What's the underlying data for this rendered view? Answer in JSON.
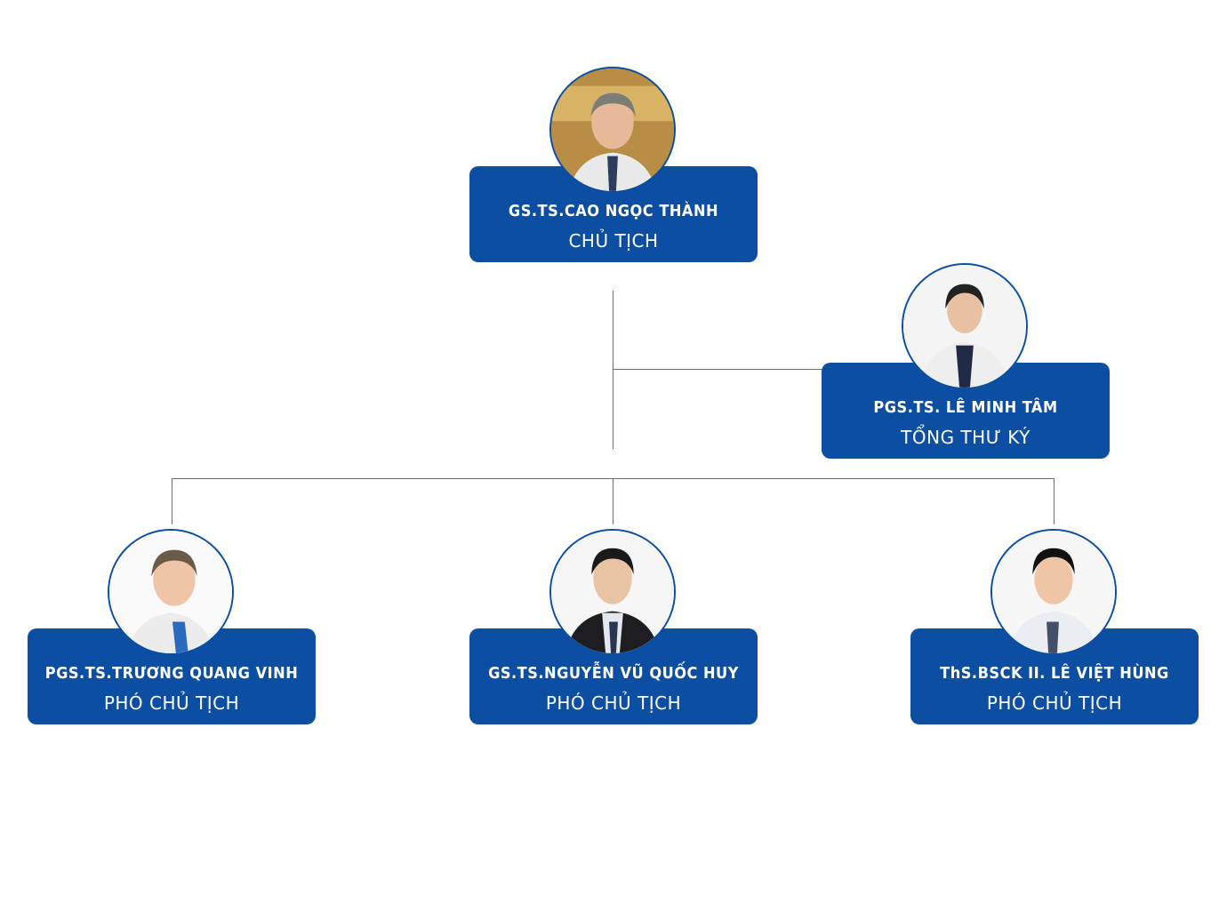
{
  "org_chart": {
    "brand_color": "#0b4ea2",
    "connector_color": "#6e6e6e",
    "chairman": {
      "name": "GS.TS.CAO NGỌC THÀNH",
      "role": "CHỦ TỊCH",
      "photo": "portrait-photo"
    },
    "secretary": {
      "name": "PGS.TS. LÊ MINH TÂM",
      "role": "TỔNG THƯ KÝ",
      "photo": "portrait-photo"
    },
    "vice_chairs": [
      {
        "name": "PGS.TS.TRƯƠNG QUANG VINH",
        "role": "PHÓ CHỦ TỊCH",
        "photo": "portrait-photo"
      },
      {
        "name": "GS.TS.NGUYỄN VŨ QUỐC HUY",
        "role": "PHÓ CHỦ TỊCH",
        "photo": "portrait-photo"
      },
      {
        "name": "ThS.BSCK II. LÊ VIỆT HÙNG",
        "role": "PHÓ CHỦ TỊCH",
        "photo": "portrait-photo"
      }
    ]
  }
}
